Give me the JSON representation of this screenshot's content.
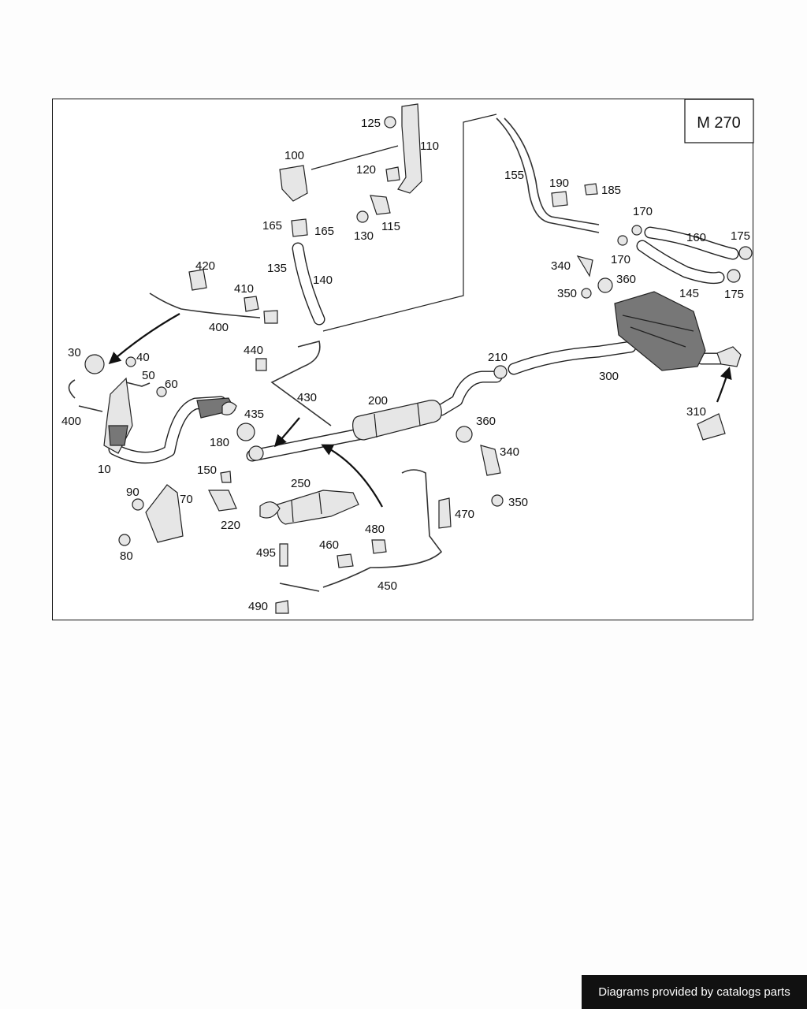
{
  "diagram": {
    "code": "M 270",
    "labels": [
      "10",
      "30",
      "40",
      "50",
      "60",
      "70",
      "80",
      "90",
      "100",
      "110",
      "115",
      "120",
      "125",
      "130",
      "135",
      "140",
      "145",
      "150",
      "155",
      "160",
      "165",
      "165",
      "170",
      "170",
      "175",
      "175",
      "180",
      "185",
      "190",
      "200",
      "210",
      "220",
      "250",
      "300",
      "310",
      "340",
      "340",
      "350",
      "350",
      "360",
      "360",
      "400",
      "400",
      "410",
      "420",
      "430",
      "435",
      "440",
      "450",
      "460",
      "470",
      "480",
      "490",
      "495"
    ]
  },
  "footer": {
    "text": "Diagrams provided by catalogs parts"
  }
}
